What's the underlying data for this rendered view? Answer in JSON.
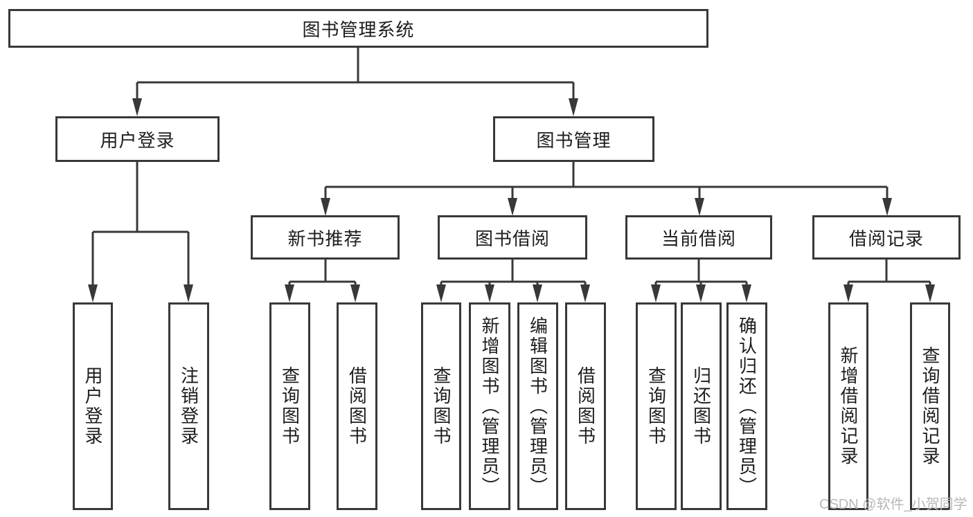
{
  "diagram": {
    "root": {
      "label": "图书管理系统"
    },
    "branches": {
      "user_login": {
        "label": "用户登录",
        "children": {
          "login": {
            "label": "用户登录"
          },
          "logout": {
            "label": "注销登录"
          }
        }
      },
      "book_management": {
        "label": "图书管理",
        "children": {
          "new_book_recommend": {
            "label": "新书推荐",
            "children": {
              "query_books": {
                "label": "查询图书"
              },
              "borrow_books": {
                "label": "借阅图书"
              }
            }
          },
          "book_borrowing": {
            "label": "图书借阅",
            "children": {
              "query_books": {
                "label": "查询图书"
              },
              "add_books_admin": {
                "label": "新增图书（管理员）"
              },
              "edit_books_admin": {
                "label": "编辑图书（管理员）"
              },
              "borrow_books": {
                "label": "借阅图书"
              }
            }
          },
          "current_borrowing": {
            "label": "当前借阅",
            "children": {
              "query_books": {
                "label": "查询图书"
              },
              "return_books": {
                "label": "归还图书"
              },
              "confirm_return_admin": {
                "label": "确认归还（管理员）"
              }
            }
          },
          "borrowing_records": {
            "label": "借阅记录",
            "children": {
              "add_borrow_record": {
                "label": "新增借阅记录"
              },
              "query_borrow_record": {
                "label": "查询借阅记录"
              }
            }
          }
        }
      }
    }
  },
  "watermark": "CSDN @软件_小贺同学",
  "colors": {
    "line": "#383838",
    "text": "#1d1d1d",
    "box_background": "#ffffff",
    "page_background": "#ffffff",
    "watermark": "#b8b8b8"
  }
}
